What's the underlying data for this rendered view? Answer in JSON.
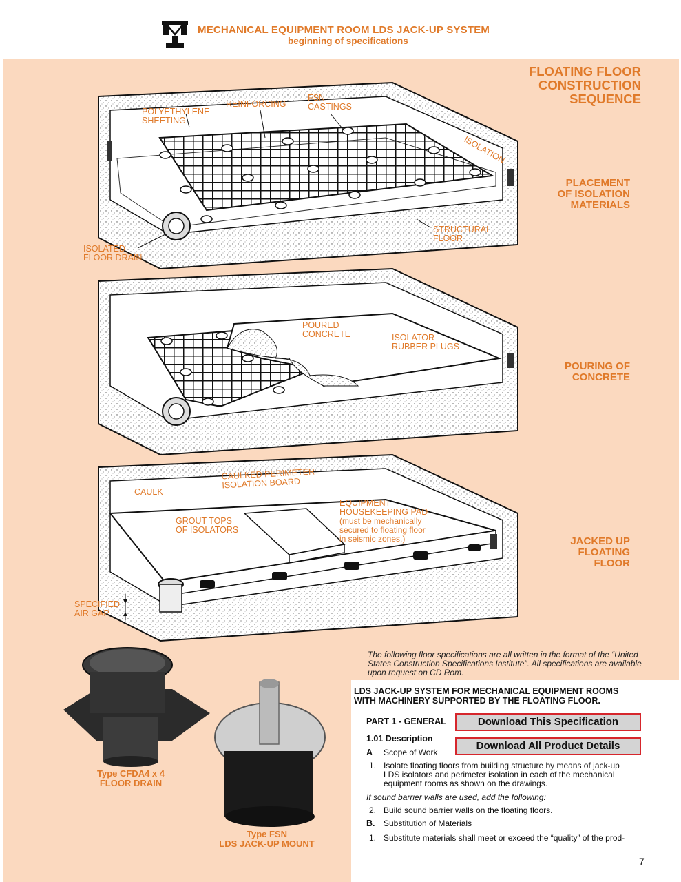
{
  "header": {
    "title": "MECHANICAL EQUIPMENT ROOM LDS JACK-UP SYSTEM",
    "subtitle": "beginning of specifications"
  },
  "sequence_title": [
    "FLOATING FLOOR",
    "CONSTRUCTION",
    "SEQUENCE"
  ],
  "step1": {
    "side": [
      "PLACEMENT",
      "OF ISOLATION",
      "MATERIALS"
    ],
    "labels": {
      "polyethylene": [
        "POLYETHYLENE",
        "SHEETING"
      ],
      "reinforcing": "REINFORCING",
      "fsn": [
        "FSN",
        "CASTINGS"
      ],
      "isolation": "ISOLATION",
      "structural": [
        "STRUCTURAL",
        "FLOOR"
      ],
      "drain": [
        "ISOLATED",
        "FLOOR DRAIN"
      ]
    }
  },
  "step2": {
    "side": [
      "POURING OF",
      "CONCRETE"
    ],
    "labels": {
      "poured": [
        "POURED",
        "CONCRETE"
      ],
      "plugs": [
        "ISOLATOR",
        "RUBBER PLUGS"
      ]
    }
  },
  "step3": {
    "side": [
      "JACKED UP",
      "FLOATING",
      "FLOOR"
    ],
    "labels": {
      "caulked": [
        "CAULKED PERIMETER",
        "ISOLATION BOARD"
      ],
      "caulk": "CAULK",
      "equipment": [
        "EQUIPMENT",
        "HOUSEKEEPING PAD"
      ],
      "equipment_note": [
        "(must be mechanically",
        "secured to floating floor",
        "in seismic zones.)"
      ],
      "grout": [
        "GROUT TOPS",
        "OF ISOLATORS"
      ],
      "airgap": [
        "SPECIFIED",
        "AIR GAP"
      ]
    }
  },
  "note": "The following floor specifications are all written in the format of the “United States Construction Specifications Institute”. All specifications are available upon request on CD Rom.",
  "spec": {
    "title": [
      "LDS JACK-UP SYSTEM FOR MECHANICAL EQUIPMENT ROOMS",
      "WITH MACHINERY SUPPORTED BY THE FLOATING FLOOR."
    ],
    "part": "PART 1 - GENERAL",
    "desc": "1.01 Description",
    "a_letter": "A",
    "a_text": "Scope of Work",
    "item1_num": "1.",
    "item1": [
      "Isolate floating floors from building structure by means of jack-up",
      "LDS isolators and perimeter isolation in each of the mechanical",
      "equipment rooms as shown on the drawings."
    ],
    "if_note": "If sound barrier walls are used, add the following:",
    "item2_num": "2.",
    "item2": "Build sound barrier walls on the floating floors.",
    "b_letter": "B.",
    "b_text": "Substitution of Materials",
    "item3_num": "1.",
    "item3": "Substitute materials shall meet or exceed the “quality” of the prod-"
  },
  "buttons": {
    "download_spec": "Download This Specification",
    "download_all": "Download All Product Details"
  },
  "products": {
    "drain": [
      "Type CFDA4 x 4",
      "FLOOR DRAIN"
    ],
    "mount": [
      "Type FSN",
      "LDS JACK-UP MOUNT"
    ]
  },
  "page_number": "7",
  "colors": {
    "accent": "#e07a2a",
    "background": "#fbd9bf",
    "button_border": "#d6262c"
  }
}
